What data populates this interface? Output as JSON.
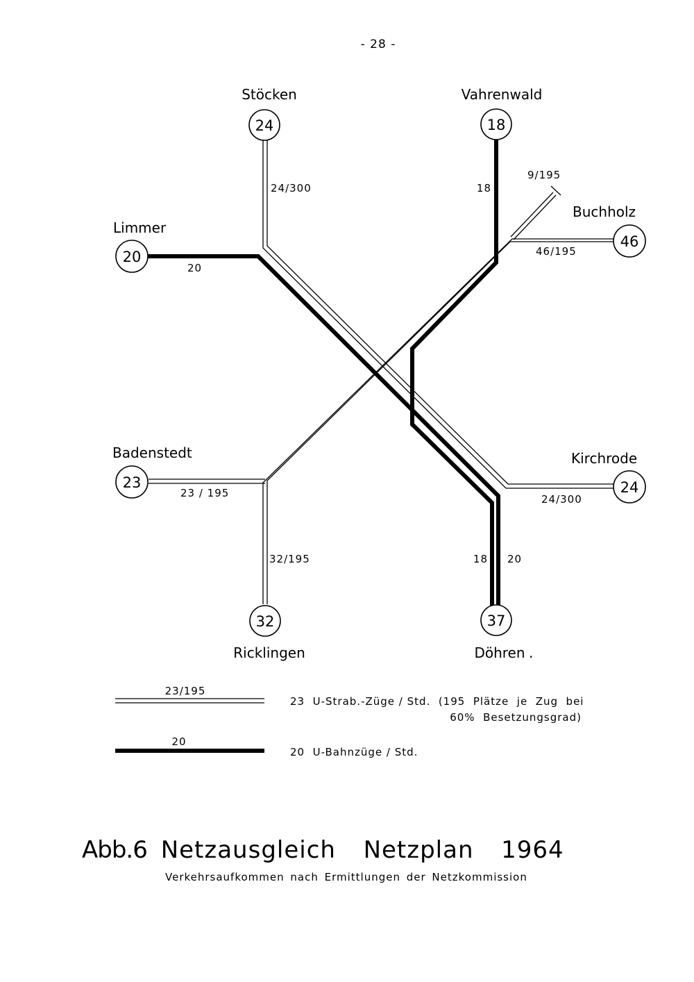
{
  "page_number": "- 28 -",
  "stations": {
    "stoecken": {
      "name": "Stöcken",
      "value": "24"
    },
    "vahrenwald": {
      "name": "Vahrenwald",
      "value": "18"
    },
    "limmer": {
      "name": "Limmer",
      "value": "20"
    },
    "buchholz": {
      "name": "Buchholz",
      "value": "46"
    },
    "badenstedt": {
      "name": "Badenstedt",
      "value": "23"
    },
    "kirchrode": {
      "name": "Kirchrode",
      "value": "24"
    },
    "ricklingen": {
      "name": "Ricklingen",
      "value": "32"
    },
    "doehren": {
      "name": "Döhren",
      "value": "37"
    }
  },
  "line_labels": {
    "stoecken": "24/300",
    "vahrenwald": "18",
    "branch": "9/195",
    "buchholz": "46/195",
    "limmer": "20",
    "badenstedt": "23 / 195",
    "ricklingen": "32/195",
    "kirchrode": "24/300",
    "doehren_left": "18",
    "doehren_right": "20"
  },
  "legend": {
    "tram": {
      "sample_label": "23/195",
      "text_line1": "23  U-Strab.-Züge / Std.  (195  Plätze  je  Zug  bei",
      "text_line2": "60%  Besetzungsgrad)"
    },
    "ubahn": {
      "sample_label": "20",
      "text": "20  U-Bahnzüge / Std."
    }
  },
  "caption": {
    "abb": "Abb.6",
    "title": "Netzausgleich  Netzplan  1964",
    "subtitle": "Verkehrsaufkommen nach Ermittlungen der Netzkommission"
  }
}
